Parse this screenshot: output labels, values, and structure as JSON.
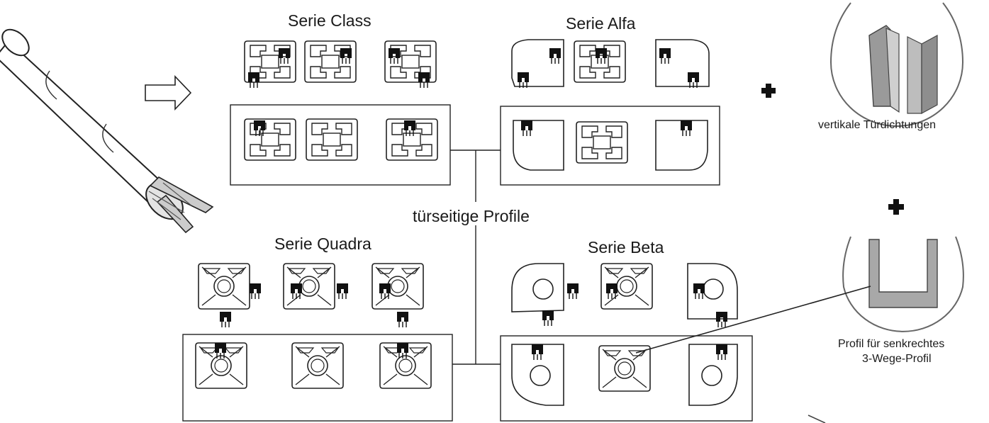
{
  "series": {
    "class": "Serie Class",
    "alfa": "Serie Alfa",
    "quadra": "Serie Quadra",
    "beta": "Serie Beta"
  },
  "center_label": "türseitige Profile",
  "right": {
    "door_seals": "vertikale Türdichtungen",
    "profile_line1": "Profil für senkrechtes",
    "profile_line2": "3-Wege-Profil"
  },
  "icons": [
    "rod-bundle-icon",
    "arrow-right-icon",
    "plus-icon",
    "door-seal-icon",
    "u-profile-icon"
  ]
}
